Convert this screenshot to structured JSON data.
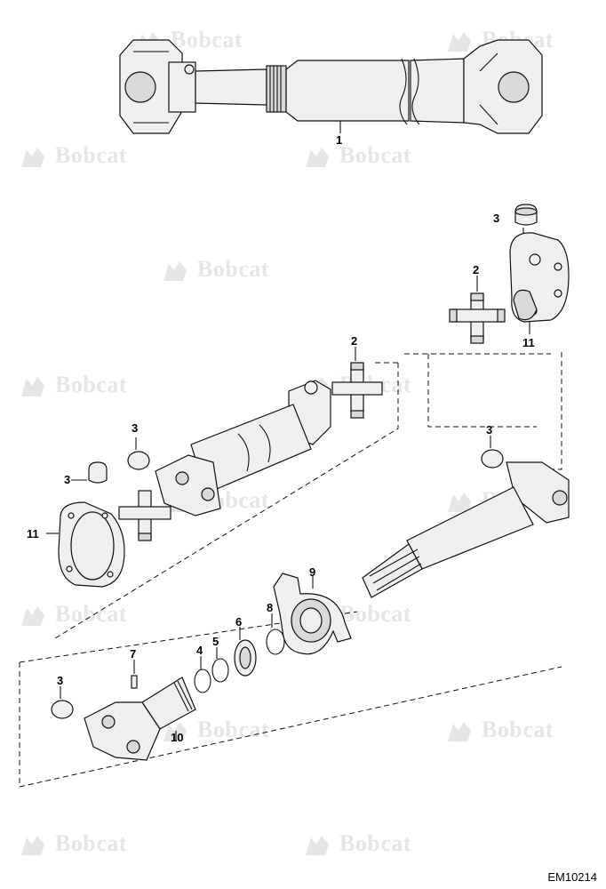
{
  "watermark": {
    "brand_text": "Bobcat"
  },
  "callouts": [
    {
      "id": "c1",
      "label": "1"
    },
    {
      "id": "c2a",
      "label": "3"
    },
    {
      "id": "c2b",
      "label": "2"
    },
    {
      "id": "c2c",
      "label": "11"
    },
    {
      "id": "c3",
      "label": "2"
    },
    {
      "id": "c4",
      "label": "3"
    },
    {
      "id": "c5",
      "label": "3"
    },
    {
      "id": "c6",
      "label": "11"
    },
    {
      "id": "c7",
      "label": "3"
    },
    {
      "id": "c8",
      "label": "9"
    },
    {
      "id": "c9",
      "label": "8"
    },
    {
      "id": "c10",
      "label": "6"
    },
    {
      "id": "c11",
      "label": "7"
    },
    {
      "id": "c12",
      "label": "4"
    },
    {
      "id": "c13",
      "label": "5"
    },
    {
      "id": "c14",
      "label": "3"
    },
    {
      "id": "c15",
      "label": "10"
    }
  ],
  "drawing_id": "EM10214"
}
